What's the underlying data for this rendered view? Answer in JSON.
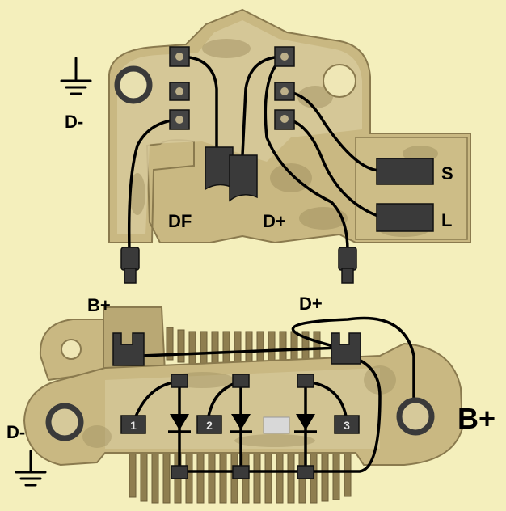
{
  "labels": {
    "d_minus_top": "D-",
    "df": "DF",
    "d_plus_top": "D+",
    "s": "S",
    "l": "L",
    "b_plus_left": "B+",
    "d_plus_bottom": "D+",
    "d_minus_bottom": "D-",
    "b_plus_right": "B+",
    "diode_1": "1",
    "diode_2": "2",
    "diode_3": "3"
  },
  "colors": {
    "background": "#f4efbc",
    "metal_light": "#d6c99a",
    "metal_mid": "#b9a874",
    "metal_dark": "#8a7a4e",
    "wire": "#000000",
    "terminal": "#3a3a3a"
  }
}
